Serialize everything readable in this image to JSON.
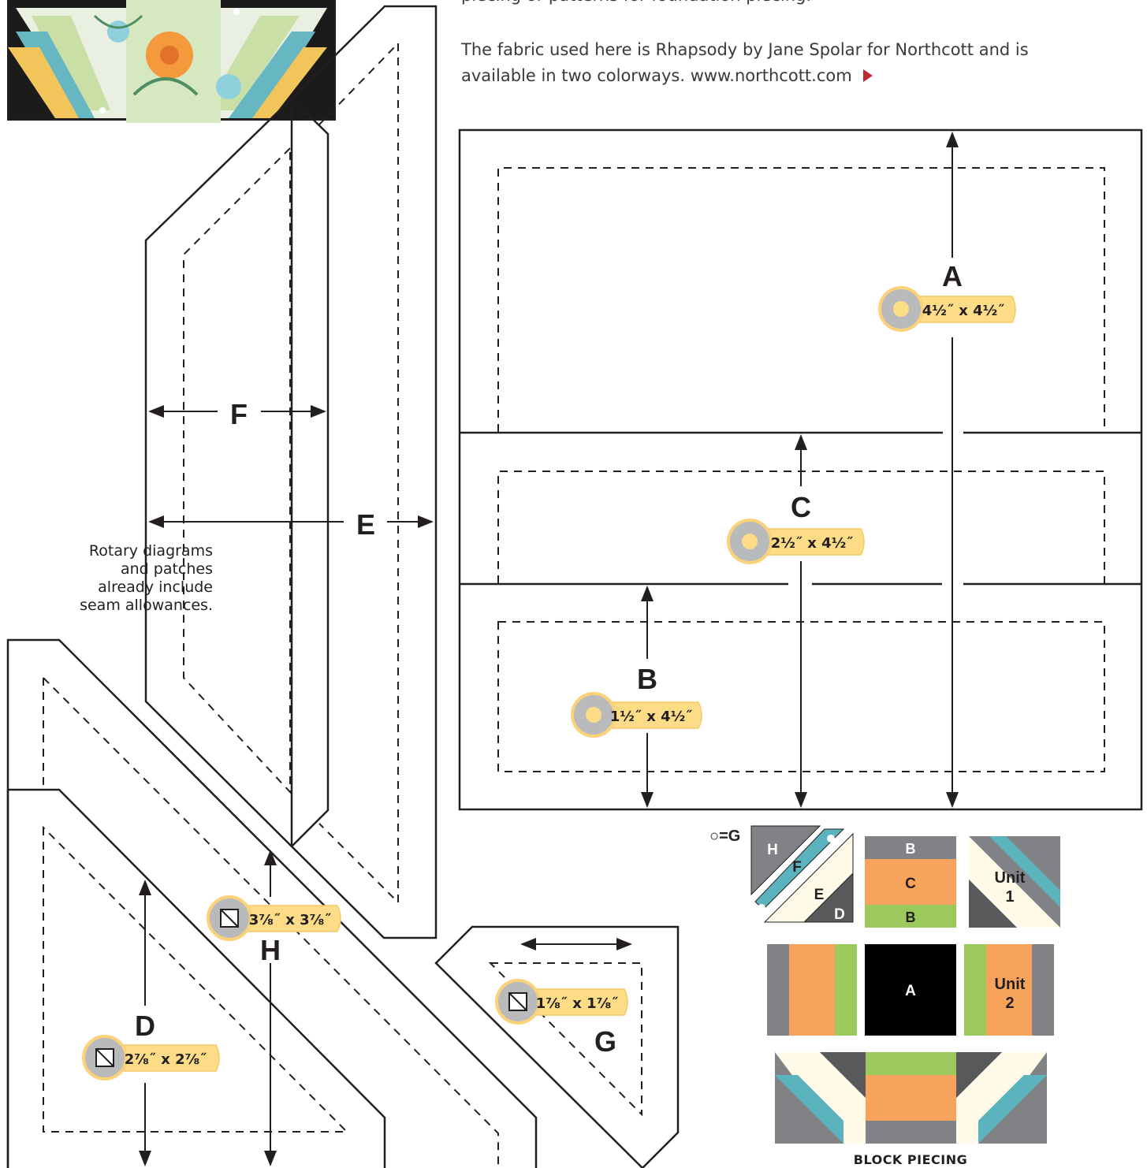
{
  "intro": {
    "line_cut": "piecing or patterns for foundation piecing.",
    "fabric_line1": "The fabric used here is Rhapsody by Jane Spolar for Northcott and is",
    "fabric_line2": "available in two colorways. www.northcott.com"
  },
  "side_note": [
    "Rotary diagrams",
    "and patches",
    "already include",
    "seam allowances."
  ],
  "patches": {
    "A": {
      "letter": "A",
      "size": "4½˝ x 4½˝"
    },
    "B": {
      "letter": "B",
      "size": "1½˝ x 4½˝"
    },
    "C": {
      "letter": "C",
      "size": "2½˝ x 4½˝"
    },
    "D": {
      "letter": "D",
      "size": "2⅞˝ x 2⅞˝"
    },
    "E": {
      "letter": "E"
    },
    "F": {
      "letter": "F"
    },
    "G": {
      "letter": "G",
      "size": "1⅞˝ x 1⅞˝"
    },
    "H": {
      "letter": "H",
      "size": "3⅞˝ x 3⅞˝"
    }
  },
  "piecing": {
    "legend": "○=G",
    "unit1": [
      "Unit",
      "1"
    ],
    "unit2": [
      "Unit",
      "2"
    ],
    "labels": {
      "H": "H",
      "F": "F",
      "E": "E",
      "D": "D",
      "B_top": "B",
      "C": "C",
      "B_bottom": "B",
      "A": "A"
    },
    "caption": "BLOCK PIECING"
  },
  "colors": {
    "gray": "#808285",
    "dark_gray": "#58595b",
    "teal": "#5bb3bd",
    "cream": "#fffbe8",
    "orange": "#f7a35c",
    "green": "#9bc95b",
    "black": "#000000",
    "label_yellow": "#fddc87",
    "arrow_red": "#c1272d"
  },
  "icons": [
    "rotary-cutter-icon",
    "half-square-triangle-icon",
    "play-arrow-icon"
  ]
}
